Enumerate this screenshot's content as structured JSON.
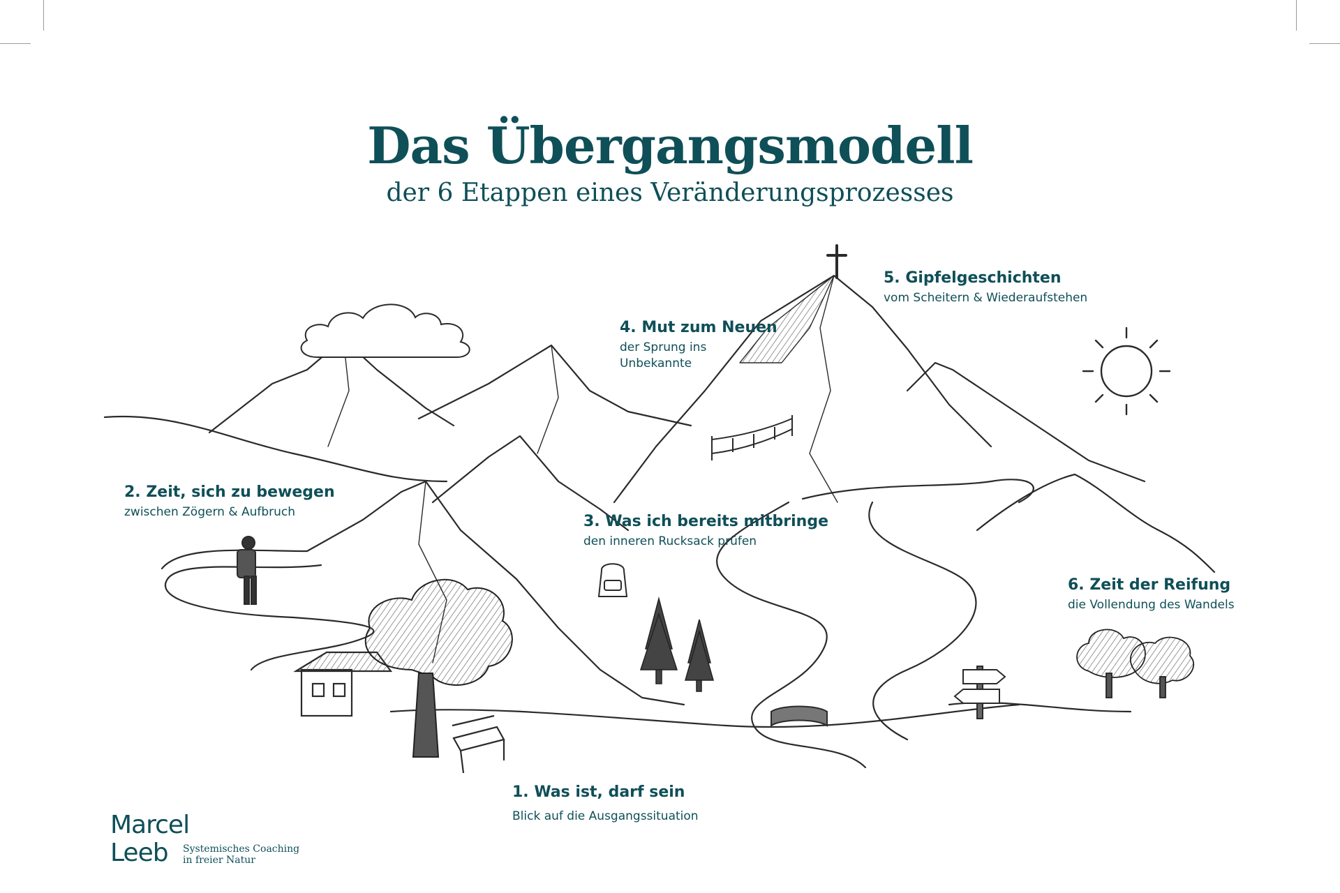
{
  "title": "Das Übergangsmodell",
  "subtitle": "der 6 Etappen eines Veränderungsprozesses",
  "stages": [
    {
      "heading": "1. Was ist, darf sein",
      "description": "Blick auf die Ausgangssituation"
    },
    {
      "heading": "2. Zeit, sich zu bewegen",
      "description": "zwischen Zögern & Aufbruch"
    },
    {
      "heading": "3. Was ich bereits mitbringe",
      "description": "den inneren Rucksack prüfen"
    },
    {
      "heading": "4. Mut zum Neuen",
      "description_line1": "der Sprung ins",
      "description_line2": "Unbekannte"
    },
    {
      "heading": "5. Gipfelgeschichten",
      "description": "vom Scheitern & Wiederaufstehen"
    },
    {
      "heading": "6. Zeit der Reifung",
      "description": "die Vollendung des Wandels"
    }
  ],
  "logo": {
    "first_name": "Marcel",
    "last_name": "Leeb",
    "tagline_line1": "Systemisches Coaching",
    "tagline_line2": "in freier Natur"
  },
  "colors": {
    "brand": "#0f4f58",
    "ink": "#2a2a2a",
    "background": "#ffffff"
  },
  "icons": [
    "summit-cross-icon",
    "cloud-icon",
    "sun-icon",
    "hiker-icon",
    "backpack-icon",
    "house-icon",
    "tree-icon",
    "bench-icon",
    "signpost-icon",
    "rope-bridge-icon",
    "stone-bridge-icon",
    "fir-tree-icon"
  ]
}
